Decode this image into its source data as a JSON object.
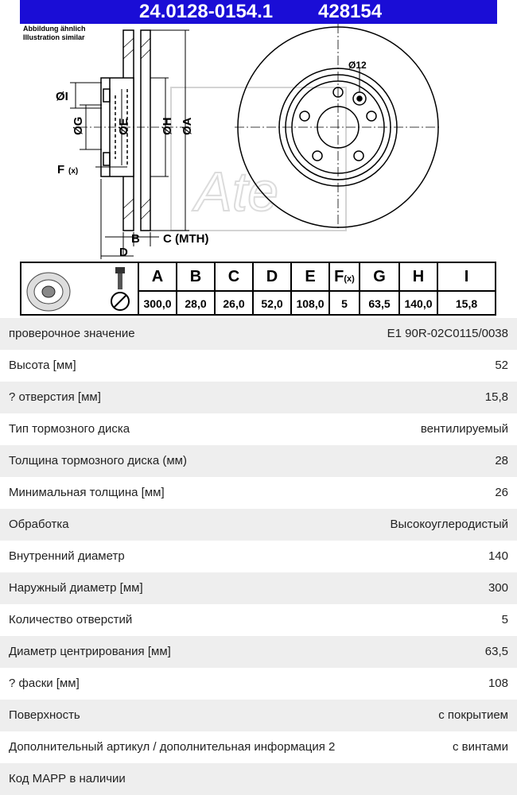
{
  "header": {
    "part_number": "24.0128-0154.1",
    "ref_number": "428154",
    "note_line1": "Abbildung ähnlich",
    "note_line2": "Illustration similar"
  },
  "drawing": {
    "hole_label": "Ø12",
    "labels": {
      "i": "ØI",
      "g": "ØG",
      "e": "ØE",
      "h": "ØH",
      "a": "ØA",
      "f": "F",
      "f_sub": "(x)",
      "b": "B",
      "c": "C (MTH)",
      "d": "D"
    }
  },
  "dim_table": {
    "headers": [
      "A",
      "B",
      "C",
      "D",
      "E",
      "F",
      "G",
      "H",
      "I"
    ],
    "f_sub": "(x)",
    "values": [
      "300,0",
      "28,0",
      "26,0",
      "52,0",
      "108,0",
      "5",
      "63,5",
      "140,0",
      "15,8"
    ]
  },
  "specs": [
    {
      "label": "проверочное значение",
      "value": "E1 90R-02C0115/0038"
    },
    {
      "label": "Высота [мм]",
      "value": "52"
    },
    {
      "label": "? отверстия [мм]",
      "value": "15,8"
    },
    {
      "label": "Тип тормозного диска",
      "value": "вентилируемый"
    },
    {
      "label": "Толщина тормозного диска (мм)",
      "value": "28"
    },
    {
      "label": "Минимальная толщина [мм]",
      "value": "26"
    },
    {
      "label": "Обработка",
      "value": "Высокоуглеродистый"
    },
    {
      "label": "Внутренний диаметр",
      "value": "140"
    },
    {
      "label": "Наружный диаметр [мм]",
      "value": "300"
    },
    {
      "label": "Количество отверстий",
      "value": "5"
    },
    {
      "label": "Диаметр центрирования [мм]",
      "value": "63,5"
    },
    {
      "label": "? фаски [мм]",
      "value": "108"
    },
    {
      "label": "Поверхность",
      "value": "с покрытием"
    },
    {
      "label": "Дополнительный артикул / дополнительная информация 2",
      "value": "с винтами"
    },
    {
      "label": "Код МАРР в наличии",
      "value": ""
    }
  ],
  "colors": {
    "banner": "#1a0dd6",
    "row_alt": "#eeeeee"
  }
}
